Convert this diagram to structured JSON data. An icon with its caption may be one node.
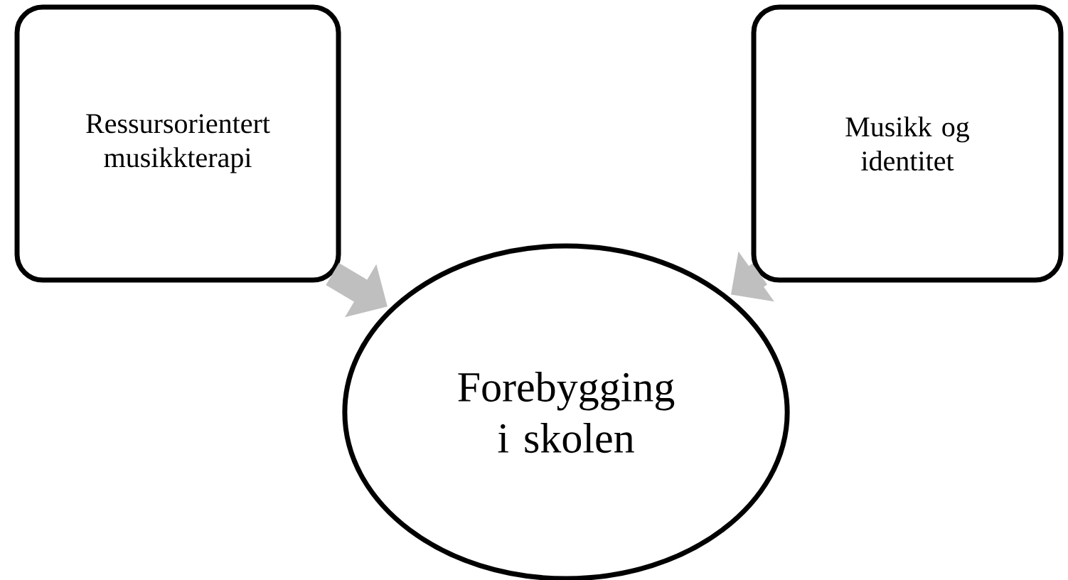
{
  "diagram": {
    "nodes": [
      {
        "text": [
          "Ressursorientert musikkterapi"
        ]
      },
      {
        "text": [
          "Musikk og identitet"
        ]
      },
      {
        "text": [
          "Forebygging i skolen"
        ]
      }
    ],
    "edges": [
      {
        "from": 0,
        "to": 2,
        "arrow": "to"
      },
      {
        "from": 1,
        "to": 2,
        "arrow": "to"
      }
    ]
  }
}
